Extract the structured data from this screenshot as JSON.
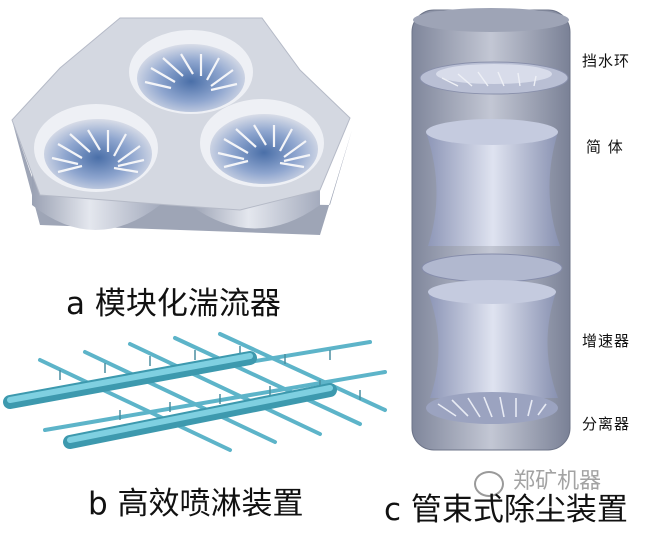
{
  "panels": {
    "a": {
      "caption": "a 模块化湍流器"
    },
    "b": {
      "caption": "b 高效喷淋装置"
    },
    "c": {
      "caption": "c 管束式除尘装置",
      "labels": {
        "ring": "挡水环",
        "body": "简 体",
        "accelerator": "增速器",
        "separator": "分离器"
      }
    }
  },
  "watermark": {
    "text": "郑矿机器"
  },
  "colors": {
    "steel": "#c9cdd6",
    "steel_dark": "#8f96a8",
    "pipe": "#6fc3d6",
    "pipe_dark": "#3d99ae",
    "tube_inner": "#a9b0cc"
  }
}
